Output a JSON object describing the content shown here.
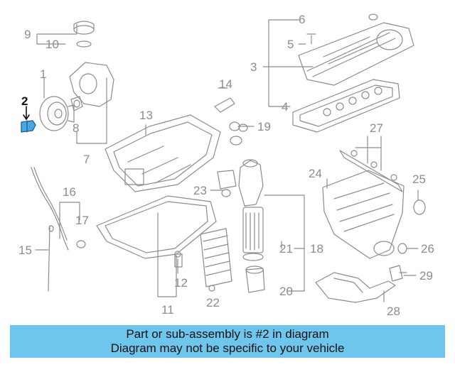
{
  "callouts": {
    "c1": "1",
    "c2": "2",
    "c3": "3",
    "c4": "4",
    "c5": "5",
    "c6": "6",
    "c7": "7",
    "c8": "8",
    "c9": "9",
    "c10": "10",
    "c11": "11",
    "c12": "12",
    "c13": "13",
    "c14": "14",
    "c15": "15",
    "c16": "16",
    "c17": "17",
    "c18": "18",
    "c19": "19",
    "c20": "20",
    "c21": "21",
    "c22": "22",
    "c23": "23",
    "c24": "24",
    "c25": "25",
    "c26": "26",
    "c27": "27",
    "c28": "28",
    "c29": "29"
  },
  "highlighted_part": "2",
  "colors": {
    "line": "#8c8c8c",
    "highlight": "#111111",
    "part_highlight": "#4aa8e0",
    "banner": "#6fc6ec"
  },
  "banner": {
    "line1": "Part or sub-assembly is #2 in diagram",
    "line2": "Diagram may not be specific to your vehicle"
  }
}
